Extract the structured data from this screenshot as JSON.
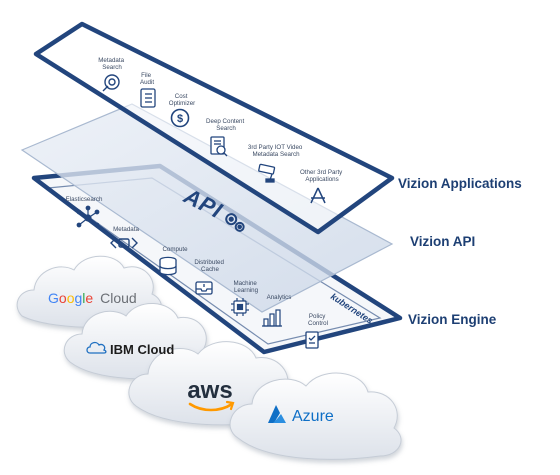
{
  "layers": {
    "applications": "Vizion Applications",
    "api": "Vizion API",
    "engine": "Vizion Engine"
  },
  "applications": [
    {
      "label": "Metadata\nSearch",
      "icon": "search-icon"
    },
    {
      "label": "File\nAudit",
      "icon": "checklist-icon"
    },
    {
      "label": "Cost\nOptimizer",
      "icon": "dollar-icon"
    },
    {
      "label": "Deep Content\nSearch",
      "icon": "document-search-icon"
    },
    {
      "label": "3rd Party IOT Video\nMetadata Search",
      "icon": "camera-icon"
    },
    {
      "label": "Other 3rd Party\nApplications",
      "icon": "app-store-icon"
    }
  ],
  "api": {
    "title": "API",
    "icon": "gears-icon"
  },
  "engine_items": [
    {
      "label": "Elasticsearch",
      "icon": "network-icon"
    },
    {
      "label": "Metadata",
      "icon": "code-brackets-icon"
    },
    {
      "label": "Compute",
      "icon": "database-icon"
    },
    {
      "label": "Distributed\nCache",
      "icon": "inbox-icon"
    },
    {
      "label": "Machine\nLearning",
      "icon": "chip-icon"
    },
    {
      "label": "Analytics",
      "icon": "bar-chart-icon"
    },
    {
      "label": "Policy\nControl",
      "icon": "policy-doc-icon"
    }
  ],
  "kubernetes": "kubernetes",
  "clouds": {
    "google": {
      "google": "Google",
      "cloud": "Cloud"
    },
    "ibm": "IBM Cloud",
    "aws": "aws",
    "azure": "Azure"
  },
  "colors": {
    "navy": "#22457d",
    "label": "#1d3f73",
    "google_blue": "#4285f4",
    "google_red": "#ea4335",
    "google_yellow": "#fbbc05",
    "google_green": "#34a853",
    "aws_orange": "#ff9900",
    "azure_blue": "#0f6fc6"
  }
}
